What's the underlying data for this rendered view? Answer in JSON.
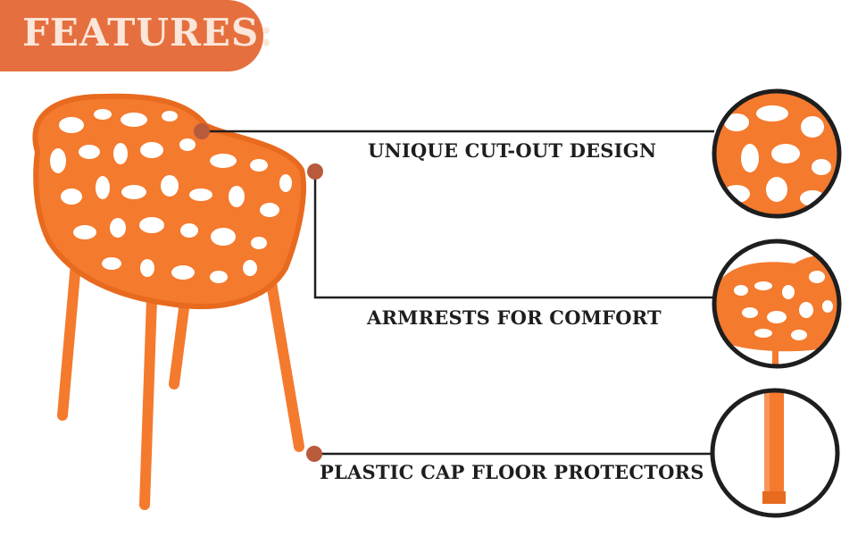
{
  "header": {
    "title": "FEATURES:"
  },
  "features": [
    {
      "label": "UNIQUE CUT-OUT DESIGN"
    },
    {
      "label": "ARMRESTS FOR COMFORT"
    },
    {
      "label": "PLASTIC CAP FLOOR PROTECTORS"
    }
  ],
  "colors": {
    "accent": "#e56f3e",
    "chair_orange": "#f47a2e",
    "dot": "#b85a3c",
    "line": "#1e1e1e"
  },
  "images": {
    "product": "orange-cutout-armchair",
    "detail_1": "cutout-pattern-closeup",
    "detail_2": "armrest-closeup",
    "detail_3": "leg-floor-cap-closeup"
  }
}
